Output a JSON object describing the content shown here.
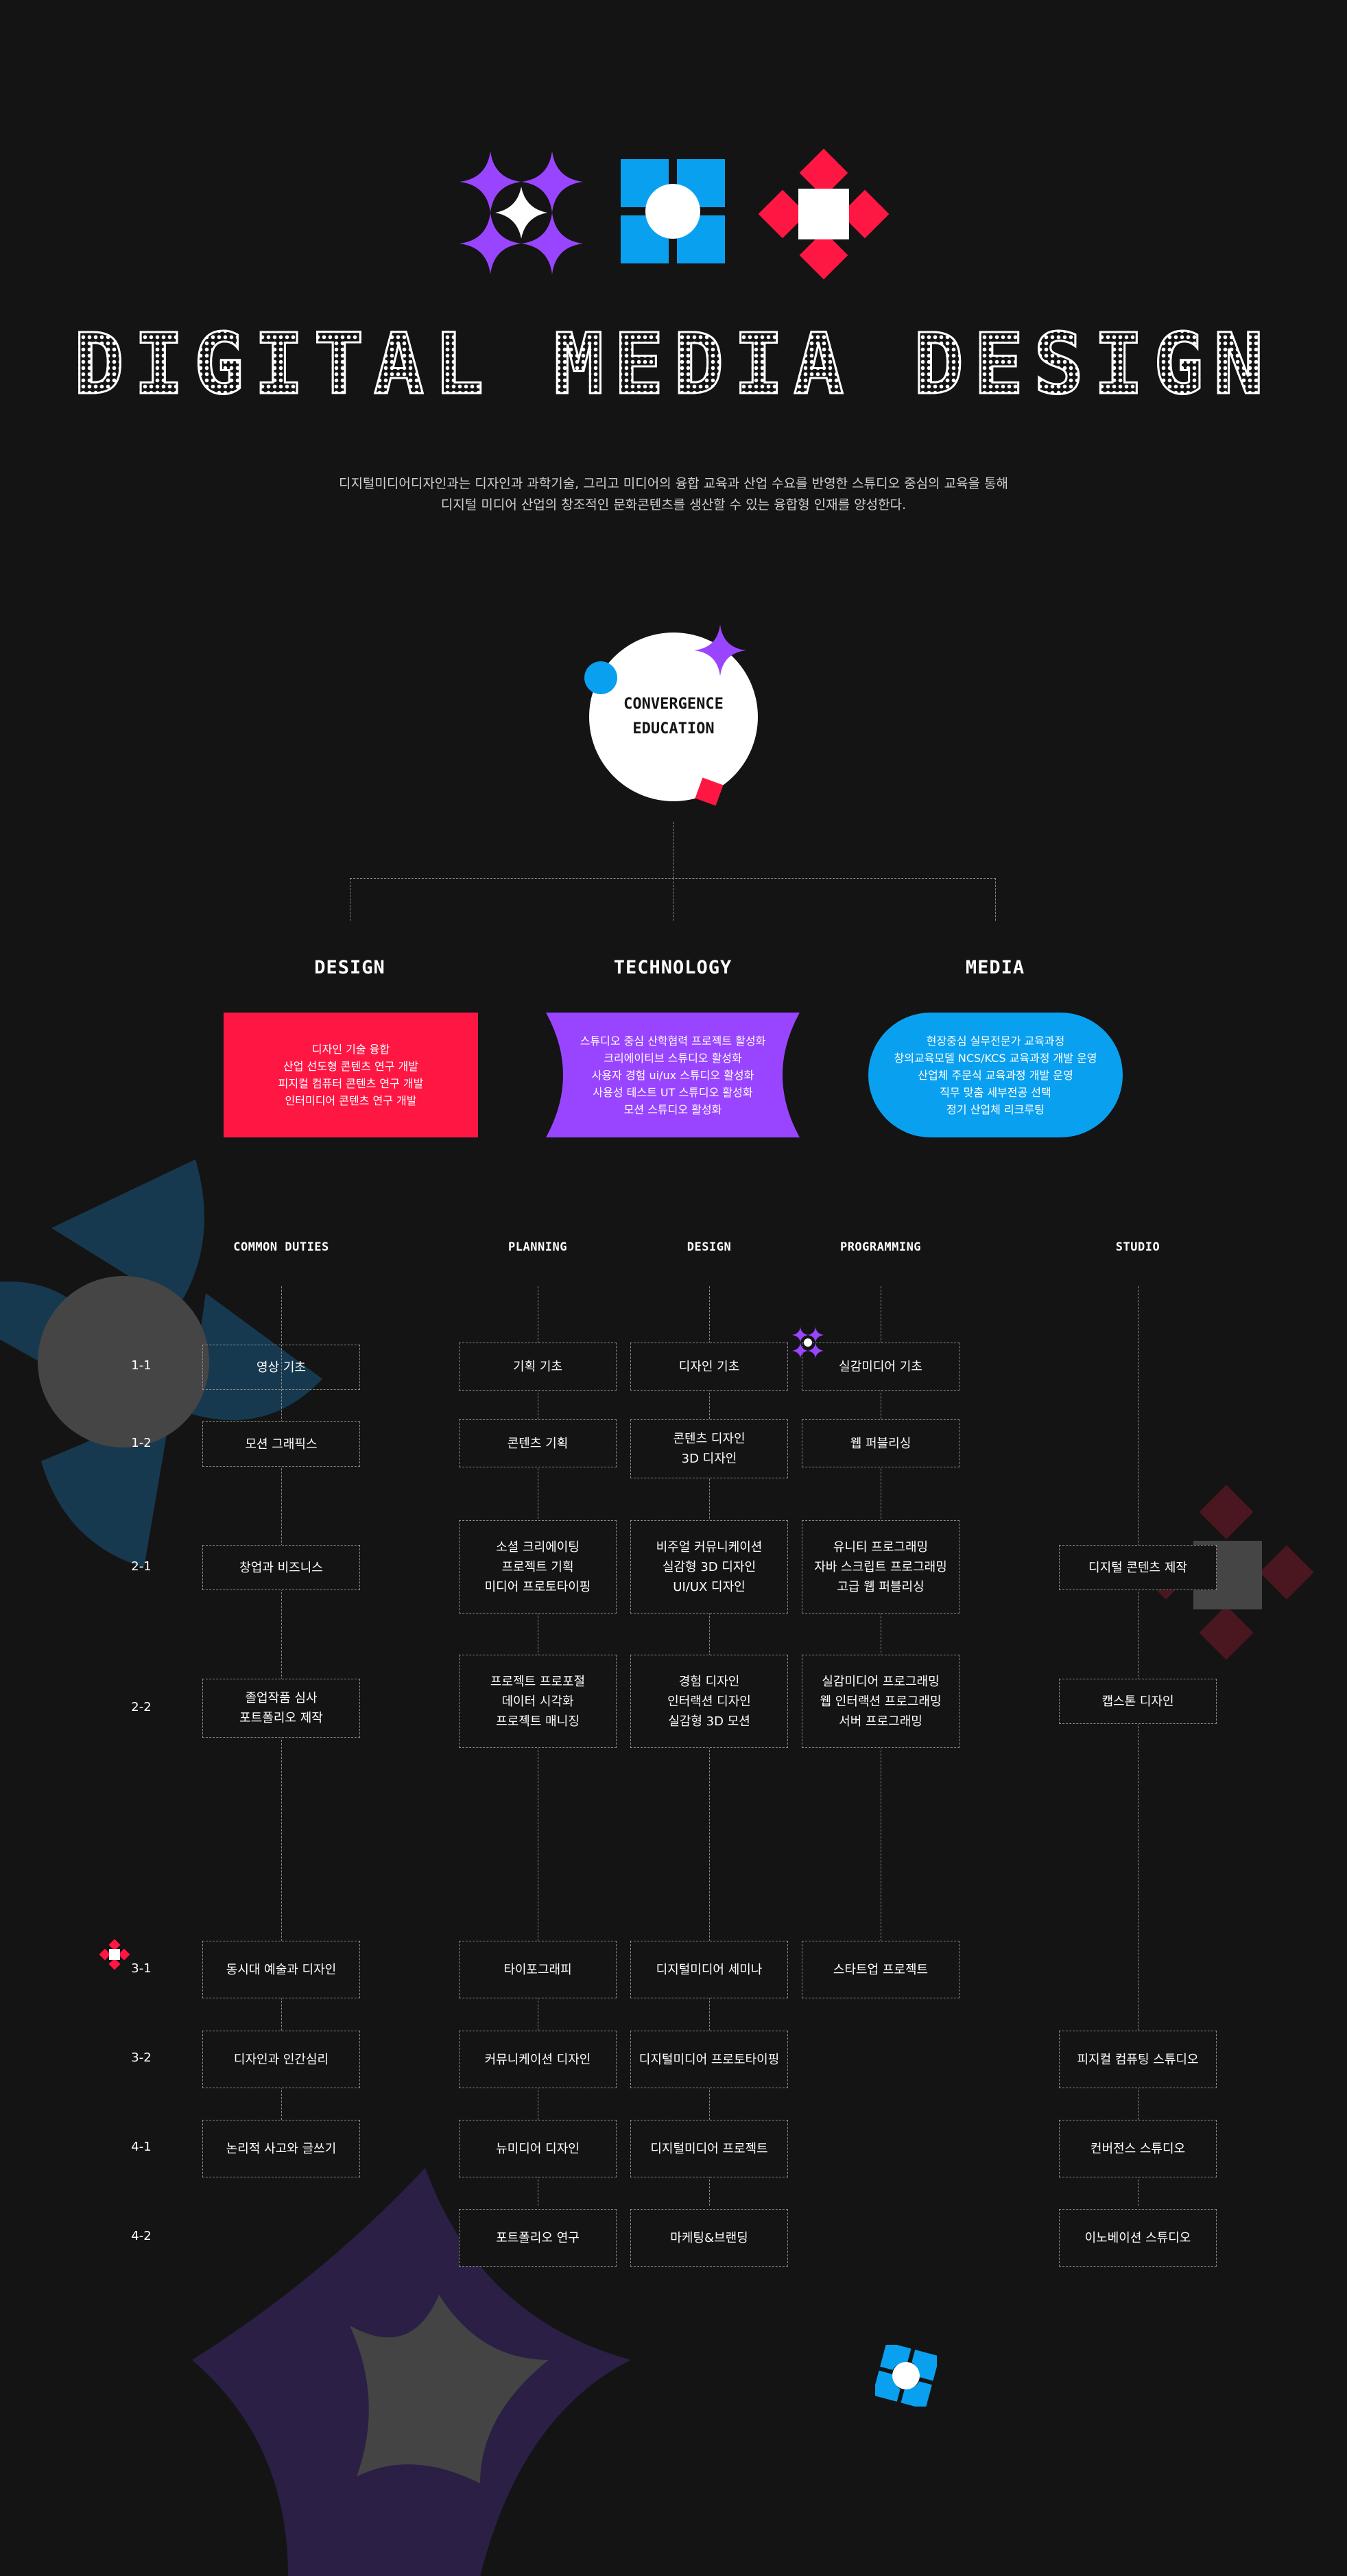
{
  "colors": {
    "background": "#141414",
    "purple": "#9945ff",
    "blue": "#0aa0f0",
    "red": "#ff1744",
    "white": "#ffffff",
    "dashed": "#8a8a8a"
  },
  "icons": [
    "purple-sparkle-icon",
    "blue-pinwheel-icon",
    "red-diamond-icon"
  ],
  "title": "DIGITAL MEDIA DESIGN",
  "intro": {
    "line1": "디지털미디어디자인과는 디자인과 과학기술, 그리고 미디어의 융합 교육과 산업 수요를 반영한 스튜디오 중심의 교육을 통해",
    "line2": "디지털 미디어 산업의 창조적인 문화콘텐츠를 생산할 수 있는 융합형 인재를 양성한다."
  },
  "convergence": {
    "line1": "CONVERGENCE",
    "line2": "EDUCATION"
  },
  "branches": {
    "design": {
      "title": "DESIGN",
      "lines": [
        "디자인 기술 융합",
        "산업 선도형 콘텐츠 연구 개발",
        "피지컬 컴퓨터 콘텐츠 연구 개발",
        "인터미디어 콘텐츠 연구 개발"
      ]
    },
    "technology": {
      "title": "TECHNOLOGY",
      "lines": [
        "스튜디오 중심 산학협력 프로젝트 활성화",
        "크리에이티브 스튜디오 활성화",
        "사용자 경험 ui/ux 스튜디오 활성화",
        "사용성 테스트 UT 스튜디오 활성화",
        "모션 스튜디오 활성화"
      ]
    },
    "media": {
      "title": "MEDIA",
      "lines": [
        "현장중심 실무전문가 교육과정",
        "창의교육모델 NCS/KCS 교육과정 개발 운영",
        "산업체 주문식 교육과정 개발 운영",
        "직무 맞춤 세부전공 선택",
        "정기 산업체 리크루팅"
      ]
    }
  },
  "columns": {
    "common": "COMMON DUTIES",
    "planning": "PLANNING",
    "design": "DESIGN",
    "programming": "PROGRAMMING",
    "studio": "STUDIO"
  },
  "semesters": [
    "1-1",
    "1-2",
    "2-1",
    "2-2",
    "3-1",
    "3-2",
    "4-1",
    "4-2"
  ],
  "courses": {
    "common": {
      "s11": "영상 기초",
      "s12": "모션 그래픽스",
      "s21": "창업과 비즈니스",
      "s22": [
        "졸업작품 심사",
        "포트폴리오 제작"
      ],
      "s31": "동시대 예술과 디자인",
      "s32": "디자인과 인간심리",
      "s41": "논리적 사고와 글쓰기"
    },
    "planning": {
      "s11": "기획 기초",
      "s12": "콘텐츠 기획",
      "s21": [
        "소셜 크리에이팅",
        "프로젝트 기획",
        "미디어 프로토타이핑"
      ],
      "s22": [
        "프로젝트 프로포절",
        "데이터 시각화",
        "프로젝트 매니징"
      ],
      "s31": "타이포그래피",
      "s32": "커뮤니케이션 디자인",
      "s41": "뉴미디어 디자인",
      "s42": "포트폴리오 연구"
    },
    "design": {
      "s11": "디자인 기초",
      "s12": [
        "콘텐츠 디자인",
        "3D 디자인"
      ],
      "s21": [
        "비주얼 커뮤니케이션",
        "실감형 3D 디자인",
        "UI/UX 디자인"
      ],
      "s22": [
        "경험 디자인",
        "인터랙션 디자인",
        "실감형 3D 모션"
      ],
      "s31": "디지털미디어 세미나",
      "s32": "디지털미디어 프로토타이핑",
      "s41": "디지털미디어 프로젝트",
      "s42": "마케팅&브랜딩"
    },
    "programming": {
      "s11": "실감미디어 기초",
      "s12": "웹 퍼블리싱",
      "s21": [
        "유니티 프로그래밍",
        "자바 스크립트 프로그래밍",
        "고급 웹 퍼블리싱"
      ],
      "s22": [
        "실감미디어 프로그래밍",
        "웹 인터랙션 프로그래밍",
        "서버 프로그래밍"
      ],
      "s31": "스타트업 프로젝트"
    },
    "studio": {
      "s21": "디지털 콘텐츠 제작",
      "s22": "캡스톤 디자인",
      "s32": "피지컬 컴퓨팅 스튜디오",
      "s41": "컨버전스 스튜디오",
      "s42": "이노베이션 스튜디오"
    }
  }
}
